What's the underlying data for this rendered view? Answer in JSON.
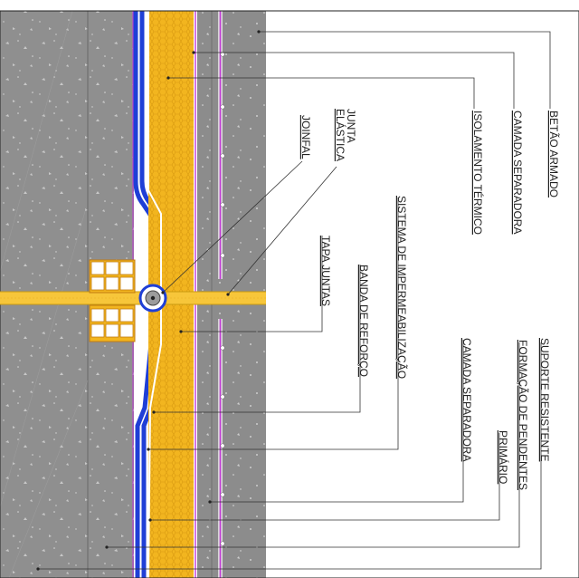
{
  "labels": {
    "betao_armado": "BETÃO ARMADO",
    "camada_separadora_top": "CAMADA SEPARADORA",
    "isolamento_termico": "ISOLAMENTO TÉRMICO",
    "junta": "JUNTA",
    "elastica": "ELÁSTICA",
    "joinfal": "JOINFAL",
    "sistema_impermeabilizacao": "SISTEMA DE IMPERMEABILIZAÇÃO",
    "tapa_juntas": "TAPA JUNTAS",
    "banda_reforco": "BANDA DE REFORÇO",
    "camada_separadora_bottom": "CAMADA SEPARADORA",
    "suporte_resistente": "SUPORTE RESISTENTE",
    "formacao_pendentes": "FORMAÇÃO DE PENDENTES",
    "primario": "PRIMÁRIO"
  },
  "colors": {
    "concrete": "#8f8f8f",
    "concrete_light": "#9c9c9c",
    "insulation": "#f2b51f",
    "membrane": "#1f3fd6",
    "separator": "#c23ad6",
    "joint_fill": "#f7c63a",
    "leader": "#333333"
  }
}
